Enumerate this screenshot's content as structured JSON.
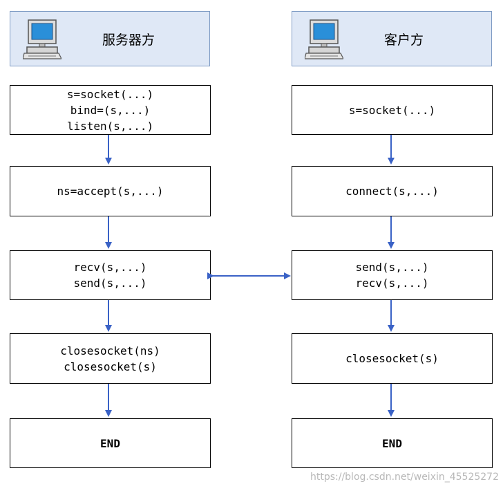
{
  "server": {
    "title": "服务器方",
    "steps": [
      {
        "lines": [
          "s=socket(...)",
          "bind=(s,...)",
          "listen(s,...)"
        ]
      },
      {
        "lines": [
          "ns=accept(s,...)"
        ]
      },
      {
        "lines": [
          "recv(s,...)",
          "send(s,...)"
        ]
      },
      {
        "lines": [
          "closesocket(ns)",
          "closesocket(s)"
        ]
      },
      {
        "lines": [
          "END"
        ]
      }
    ]
  },
  "client": {
    "title": "客户方",
    "steps": [
      {
        "lines": [
          "s=socket(...)"
        ]
      },
      {
        "lines": [
          "connect(s,...)"
        ]
      },
      {
        "lines": [
          "send(s,...)",
          "recv(s,...)"
        ]
      },
      {
        "lines": [
          "closesocket(s)"
        ]
      },
      {
        "lines": [
          "END"
        ]
      }
    ]
  },
  "icons": {
    "header": "computer-icon"
  },
  "colors": {
    "arrow": "#3a62c6",
    "header_bg": "#dfe8f6",
    "header_border": "#7f9cc4"
  },
  "watermark": "https://blog.csdn.net/weixin_45525272"
}
